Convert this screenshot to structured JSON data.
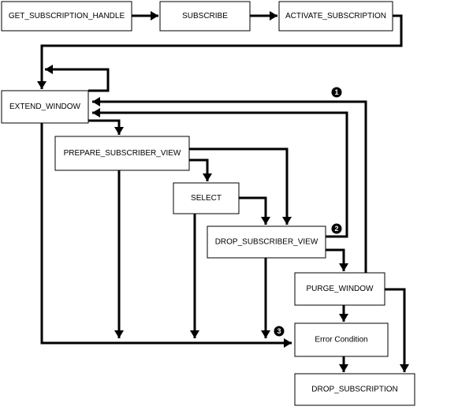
{
  "nodes": {
    "get_subscription_handle": "GET_SUBSCRIPTION_HANDLE",
    "subscribe": "SUBSCRIBE",
    "activate_subscription": "ACTIVATE_SUBSCRIPTION",
    "extend_window": "EXTEND_WINDOW",
    "prepare_subscriber_view": "PREPARE_SUBSCRIBER_VIEW",
    "select": "SELECT",
    "drop_subscriber_view": "DROP_SUBSCRIBER_VIEW",
    "purge_window": "PURGE_WINDOW",
    "error_condition": "Error Condition",
    "drop_subscription": "DROP_SUBSCRIPTION"
  },
  "markers": {
    "one": "1",
    "two": "2",
    "three": "3"
  },
  "colors": {
    "line": "#000000",
    "box_fill": "#ffffff",
    "marker_fill": "#000000",
    "marker_text": "#ffffff"
  }
}
